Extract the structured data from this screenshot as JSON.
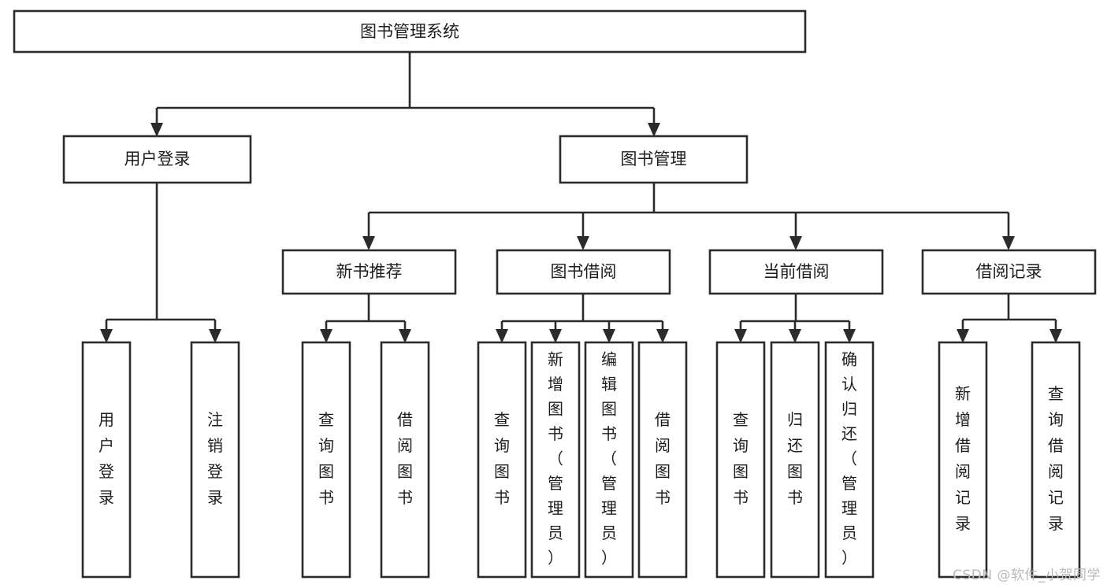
{
  "diagram": {
    "title": "图书管理系统",
    "type": "tree-hierarchy-diagram",
    "colors": {
      "stroke": "#2b2b2b",
      "fill": "#ffffff",
      "text": "#1d1d1d",
      "watermark": "#b9b9b9"
    },
    "root": {
      "label": "图书管理系统",
      "id": "root-book-management-system"
    },
    "level2": [
      {
        "id": "user-login",
        "label": "用户登录"
      },
      {
        "id": "book-management",
        "label": "图书管理"
      }
    ],
    "level3": [
      {
        "id": "new-book-recommend",
        "label": "新书推荐",
        "parent": "book-management"
      },
      {
        "id": "book-borrow",
        "label": "图书借阅",
        "parent": "book-management"
      },
      {
        "id": "current-borrow",
        "label": "当前借阅",
        "parent": "book-management"
      },
      {
        "id": "borrow-record",
        "label": "借阅记录",
        "parent": "book-management"
      }
    ],
    "leaves": [
      {
        "id": "leaf-user-login",
        "label": "用户登录",
        "parent": "user-login"
      },
      {
        "id": "leaf-logout-login",
        "label": "注销登录",
        "parent": "user-login"
      },
      {
        "id": "leaf-query-book-1",
        "label": "查询图书",
        "parent": "new-book-recommend"
      },
      {
        "id": "leaf-borrow-book-1",
        "label": "借阅图书",
        "parent": "new-book-recommend"
      },
      {
        "id": "leaf-query-book-2",
        "label": "查询图书",
        "parent": "book-borrow"
      },
      {
        "id": "leaf-add-book-admin",
        "label": "新增图书（管理员）",
        "parent": "book-borrow"
      },
      {
        "id": "leaf-edit-book-admin",
        "label": "编辑图书（管理员）",
        "parent": "book-borrow"
      },
      {
        "id": "leaf-borrow-book-2",
        "label": "借阅图书",
        "parent": "book-borrow"
      },
      {
        "id": "leaf-query-book-3",
        "label": "查询图书",
        "parent": "current-borrow"
      },
      {
        "id": "leaf-return-book",
        "label": "归还图书",
        "parent": "current-borrow"
      },
      {
        "id": "leaf-confirm-return-admin",
        "label": "确认归还（管理员）",
        "parent": "current-borrow"
      },
      {
        "id": "leaf-add-borrow-record",
        "label": "新增借阅记录",
        "parent": "borrow-record"
      },
      {
        "id": "leaf-query-borrow-record",
        "label": "查询借阅记录",
        "parent": "borrow-record"
      }
    ]
  },
  "watermark": {
    "text": "CSDN @软件_小贺同学"
  }
}
